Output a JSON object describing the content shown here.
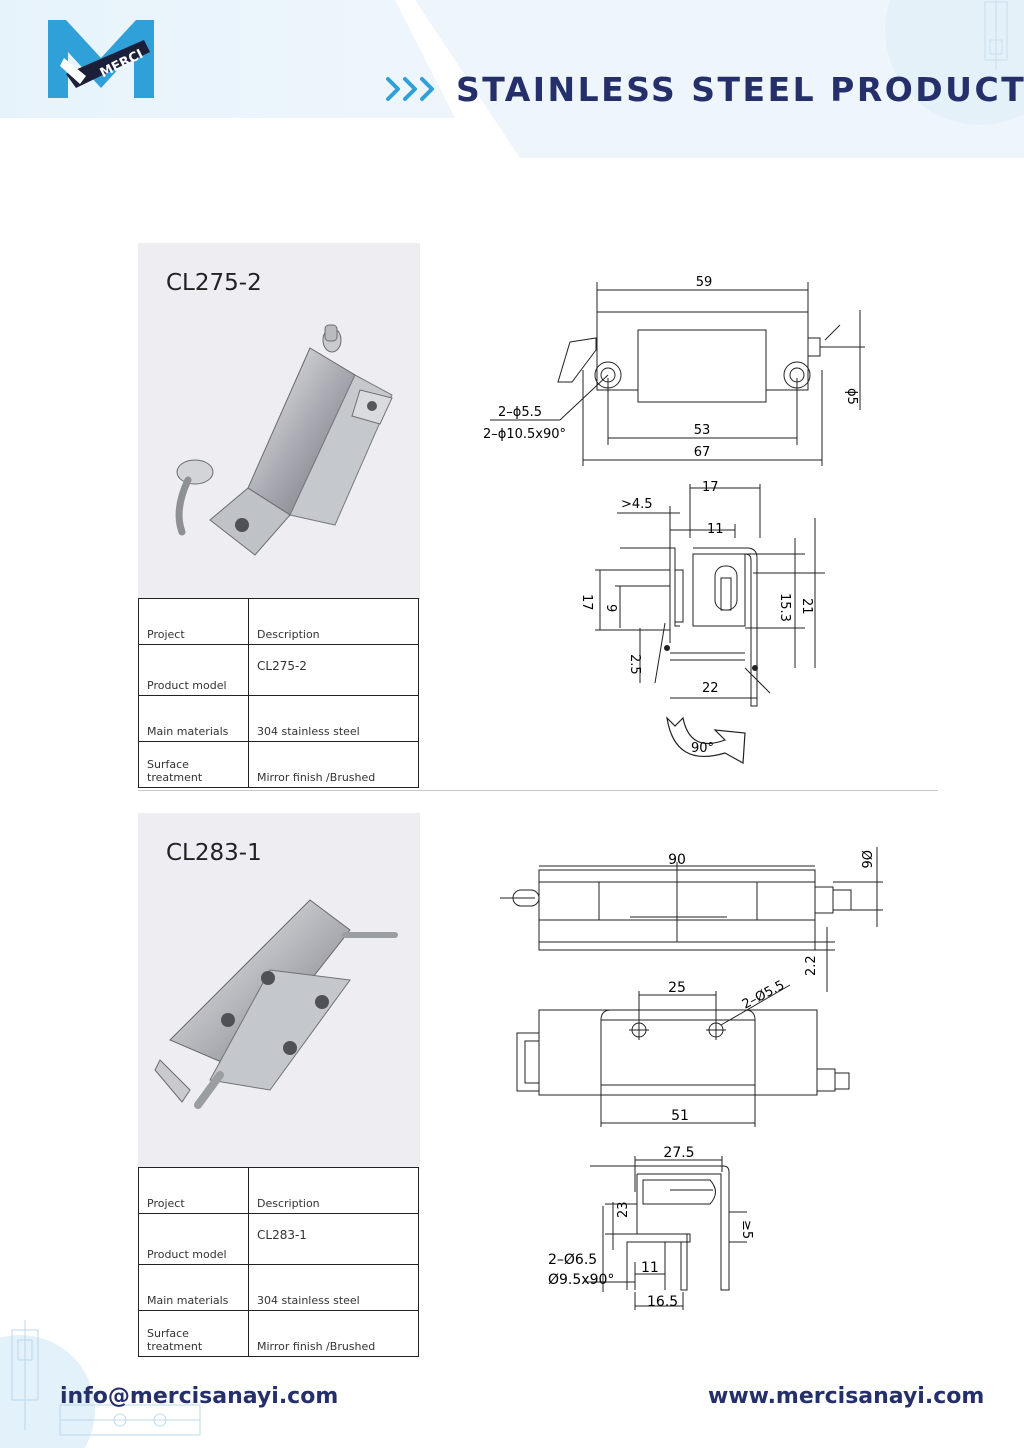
{
  "brand": {
    "logo_text": "MERCI",
    "primary_color": "#25306b",
    "accent_color": "#2fa0d8",
    "band_color": "#e7f3fb"
  },
  "header": {
    "title": "STAINLESS STEEL PRODUCTS",
    "arrow_icon": "triple-chevron-right-icon"
  },
  "products": [
    {
      "model_title": "CL275-2",
      "table": [
        {
          "label": "Project",
          "value": "Description"
        },
        {
          "label": "Product model",
          "value": "CL275-2"
        },
        {
          "label": "Main materials",
          "value": "304 stainless steel"
        },
        {
          "label": "Surface treatment",
          "value": "Mirror finish /Brushed"
        }
      ],
      "drawing": {
        "top_view": {
          "overall_top": "59",
          "hole_spec_1": "2–ϕ5.5",
          "hole_spec_2": "2–ϕ10.5x90°",
          "hole_pitch": "53",
          "overall_length": "67",
          "pin_dia": "ϕ5"
        },
        "side_view": {
          "gap": ">4.5",
          "width_top": "17",
          "width_inner": "11",
          "height_left": "17",
          "height_inner": "9",
          "thickness": "2.5",
          "base": "22",
          "height_right1": "15.3",
          "height_right2": "21",
          "rotation": "90°"
        }
      }
    },
    {
      "model_title": "CL283-1",
      "table": [
        {
          "label": "Project",
          "value": "Description"
        },
        {
          "label": "Product model",
          "value": "CL283-1"
        },
        {
          "label": "Main materials",
          "value": "304 stainless steel"
        },
        {
          "label": "Surface treatment",
          "value": "Mirror finish /Brushed"
        }
      ],
      "drawing": {
        "front_view": {
          "length": "90",
          "pin_dia": "Ø6",
          "thickness": "2.2"
        },
        "plan_view": {
          "hole_pitch": "25",
          "hole_spec": "2–Ø5.5",
          "plate_length": "51"
        },
        "side_view": {
          "width": "27.5",
          "height": "23",
          "gap": "≥5",
          "hole_spec_1": "2–Ø6.5",
          "hole_spec_2": "Ø9.5x90°",
          "dim_11": "11",
          "dim_16_5": "16.5"
        }
      }
    }
  ],
  "footer": {
    "email": "info@mercisanayi.com",
    "website": "www.mercisanayi.com"
  }
}
